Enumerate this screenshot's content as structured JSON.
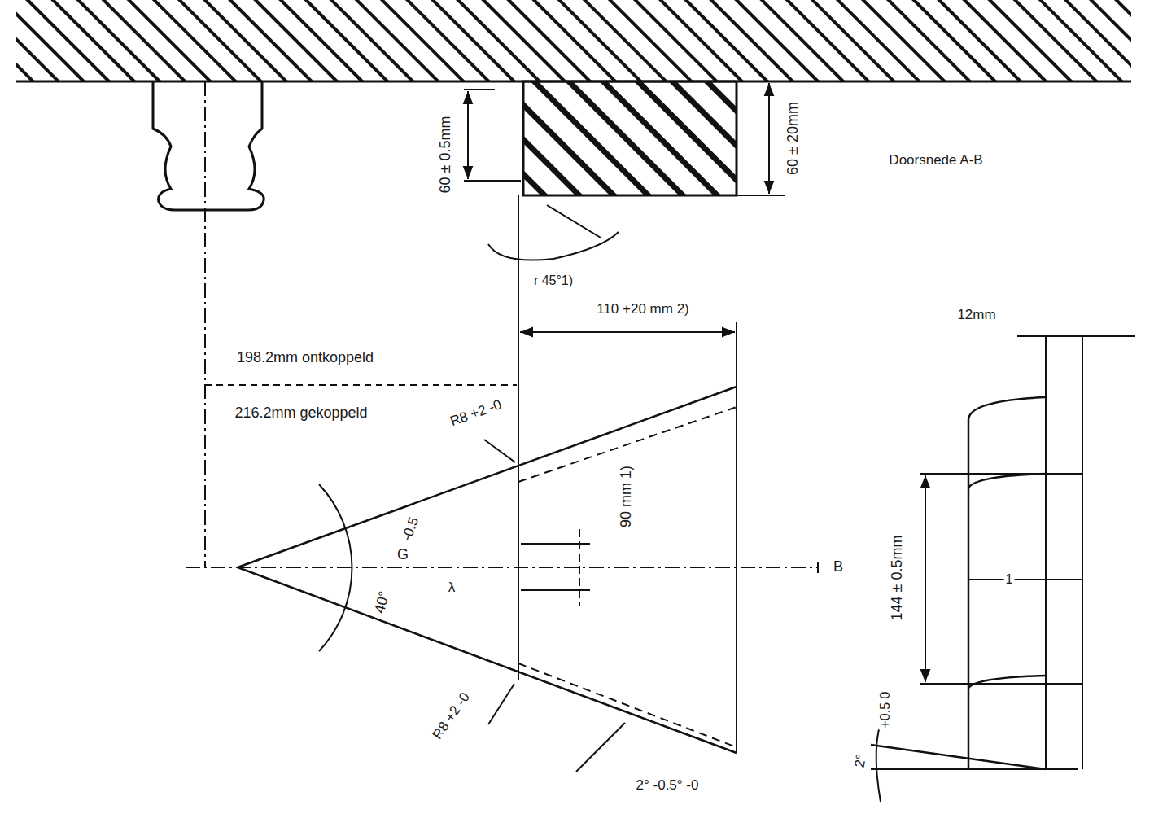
{
  "diagram": {
    "labels": [
      "60 ± 0.5mm",
      "60 ± 20mm",
      "Doorsnede A-B",
      "r 45°1)",
      "110 +20 mm 2)",
      "198.2mm ontkoppeld",
      "216.2mm gekoppeld",
      "R8 +2 -0",
      "90 mm 1)",
      "-0.5",
      "40°",
      "G",
      "λ",
      "B",
      "R8 +2 -0",
      "2° -0.5° -0",
      "12mm",
      "144 ± 0.5mm",
      "1",
      "+0.5 0",
      "2°"
    ]
  }
}
